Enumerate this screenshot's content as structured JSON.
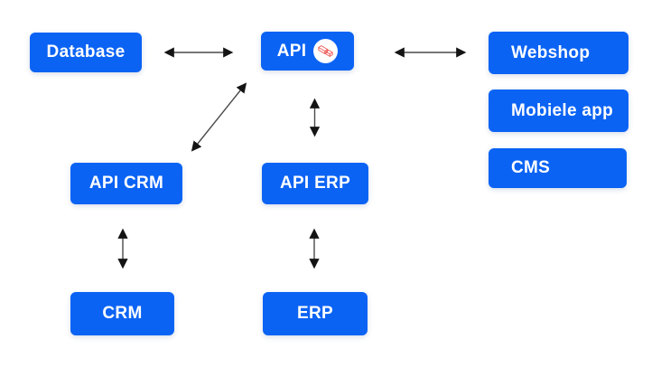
{
  "diagram": {
    "nodes": {
      "database": {
        "label": "Database"
      },
      "api": {
        "label": "API",
        "icon": "laravel-logo"
      },
      "webshop": {
        "label": "Webshop"
      },
      "mobiele_app": {
        "label": "Mobiele app"
      },
      "cms": {
        "label": "CMS"
      },
      "api_crm": {
        "label": "API CRM"
      },
      "api_erp": {
        "label": "API ERP"
      },
      "crm": {
        "label": "CRM"
      },
      "erp": {
        "label": "ERP"
      }
    },
    "connections": [
      {
        "from": "database",
        "to": "api",
        "bidirectional": true
      },
      {
        "from": "api",
        "to": "webshop",
        "bidirectional": true
      },
      {
        "from": "api",
        "to": "api_crm",
        "bidirectional": true
      },
      {
        "from": "api",
        "to": "api_erp",
        "bidirectional": true
      },
      {
        "from": "api_crm",
        "to": "crm",
        "bidirectional": true
      },
      {
        "from": "api_erp",
        "to": "erp",
        "bidirectional": true
      }
    ],
    "colors": {
      "node_fill": "#0b63f4",
      "node_text": "#ffffff",
      "arrow_line": "#4a4a4a",
      "arrow_head": "#141414",
      "laravel_red": "#ef5550",
      "icon_background": "#ffffff",
      "page_background": "#ffffff"
    }
  }
}
